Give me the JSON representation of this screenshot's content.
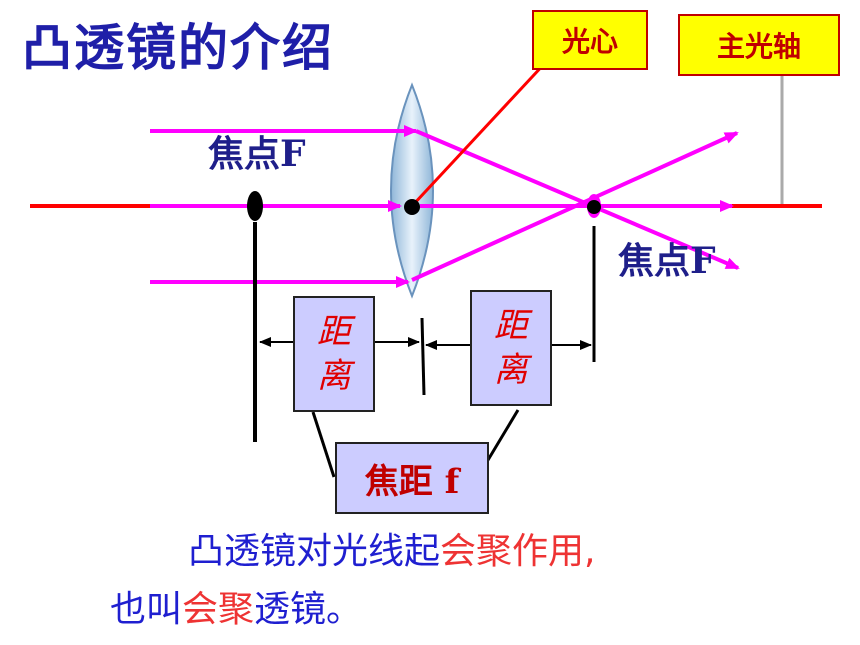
{
  "title": "凸透镜的介绍",
  "labels": {
    "optical_center": "光心",
    "principal_axis": "主光轴",
    "focus_left": "焦点F",
    "focus_right": "焦点F"
  },
  "distance_box_left": {
    "line1": "距",
    "line2": "离"
  },
  "distance_box_right": {
    "line1": "距",
    "line2": "离"
  },
  "focal_length": "焦距 f",
  "caption": {
    "line1_part1": "凸透镜对光线起",
    "line1_part2": "会聚作用",
    "line1_part3": ",",
    "line2_part1": "也叫",
    "line2_part2": "会聚",
    "line2_part3": "透镜。"
  },
  "colors": {
    "title": "#1f1fa8",
    "axis": "#ff0000",
    "rays": "#ff00ff",
    "label_fill": "#ffff00",
    "label_text": "#c00000",
    "box_fill": "#ccccff",
    "caption_blue": "#1f1fd0",
    "caption_red": "#ee3333"
  }
}
